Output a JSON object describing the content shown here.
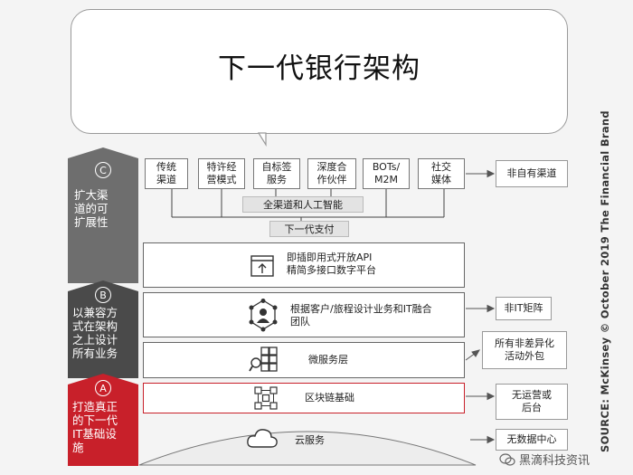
{
  "title": "下一代银行架构",
  "layers": {
    "c": {
      "letter": "C",
      "text": [
        "扩大渠",
        "道的可",
        "扩展性"
      ]
    },
    "b": {
      "letter": "B",
      "text": [
        "以兼容方",
        "式在架构",
        "之上设计",
        "所有业务"
      ]
    },
    "a": {
      "letter": "A",
      "text": [
        "打造真正",
        "的下一代",
        "IT基础设",
        "施"
      ]
    }
  },
  "channels": [
    {
      "l1": "传统",
      "l2": "渠道"
    },
    {
      "l1": "特许经",
      "l2": "营模式"
    },
    {
      "l1": "自标签",
      "l2": "服务"
    },
    {
      "l1": "深度合",
      "l2": "作伙伴"
    },
    {
      "l1": "BOTs/",
      "l2": "M2M"
    },
    {
      "l1": "社交",
      "l2": "媒体"
    }
  ],
  "omnichannel": "全渠道和人工智能",
  "next_payment": "下一代支付",
  "api_panel": {
    "l1": "即插即用式开放API",
    "l2": "精简多接口数字平台"
  },
  "design_panel": {
    "l1": "根据客户/旅程设计业务和IT融合",
    "l2": "团队"
  },
  "micro_panel": "微服务层",
  "blockchain_panel": "区块链基础",
  "cloud": "云服务",
  "side": {
    "non_own": "非自有渠道",
    "non_it": "非IT矩阵",
    "outsource": {
      "l1": "所有非差异化",
      "l2": "活动外包"
    },
    "no_ops": {
      "l1": "无运营或",
      "l2": "后台"
    },
    "no_dc": "无数据中心"
  },
  "source": "SOURCE: McKinsey © October 2019 The Financial Brand",
  "watermark": "黑滴科技资讯"
}
